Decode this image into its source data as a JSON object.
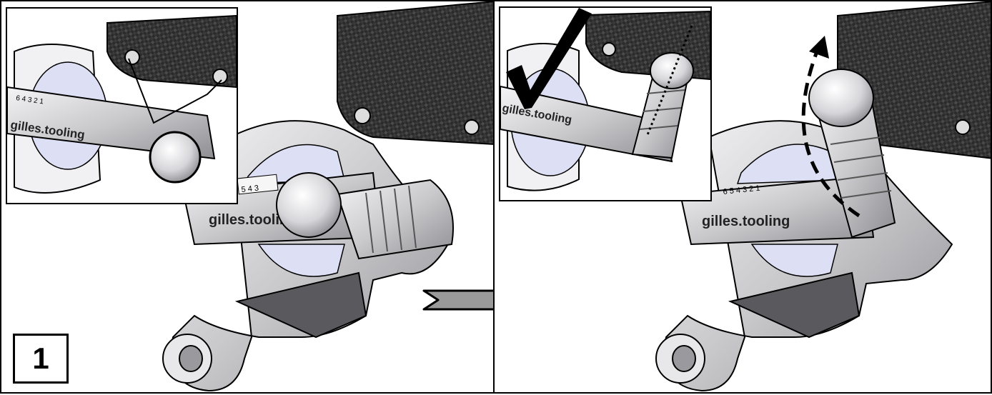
{
  "step": {
    "number": "1"
  },
  "tool": {
    "brand_text": "gilles.tooling",
    "scale_numbers": [
      "6",
      "5",
      "4",
      "3",
      "2",
      "1"
    ]
  },
  "colors": {
    "carbon": "#2b2b2b",
    "metal": "#c9c9cc",
    "scale_tint": "#dde0f5",
    "arrow_fill": "#9a9a9a"
  },
  "icons": {
    "transition_arrow": "arrow-right-icon",
    "check": "checkmark-icon",
    "rotation": "curved-dashed-arrow-icon"
  }
}
